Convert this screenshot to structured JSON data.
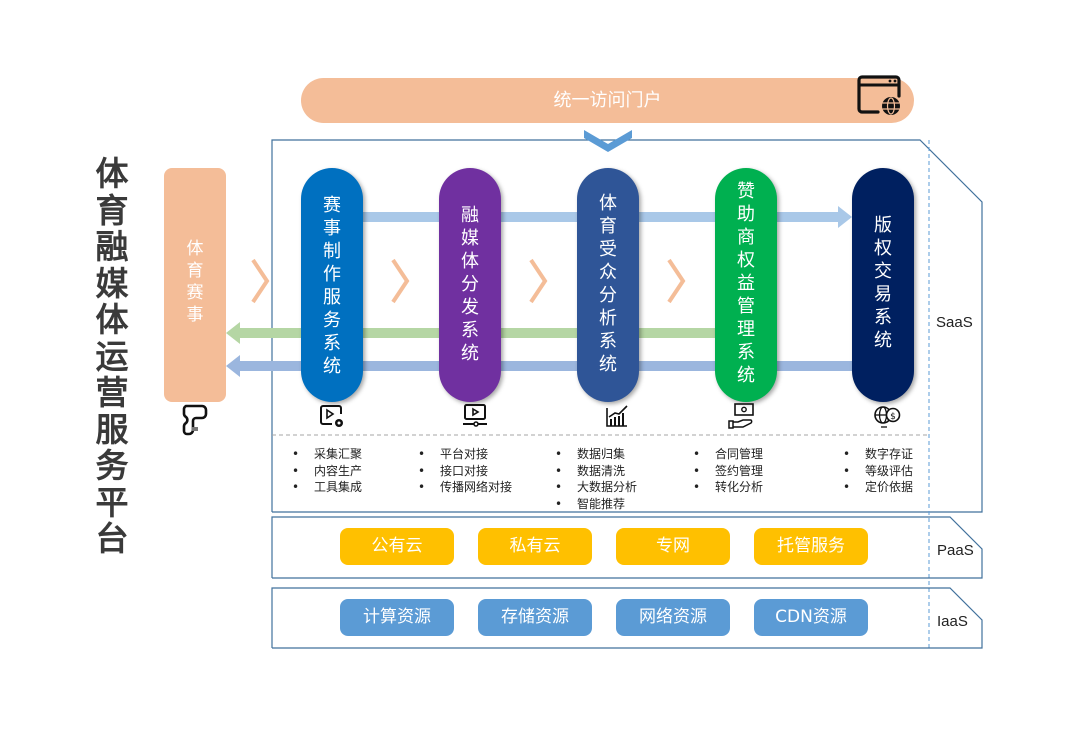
{
  "title": {
    "chars": [
      "体",
      "育",
      "融",
      "媒",
      "体",
      "运",
      "营",
      "服",
      "务",
      "平",
      "台"
    ]
  },
  "portal": {
    "label": "统一访问门户",
    "icon": "browser-globe-icon",
    "color": "#f4bd98"
  },
  "event": {
    "chars": [
      "体",
      "育",
      "赛",
      "事"
    ],
    "icon": "race-track-icon",
    "color": "#f4bd98"
  },
  "systems": [
    {
      "chars": [
        "赛",
        "事",
        "制",
        "作",
        "服",
        "务",
        "系",
        "统"
      ],
      "color": "#0070c0",
      "icon": "video-settings-icon",
      "features": [
        "采集汇聚",
        "内容生产",
        "工具集成"
      ]
    },
    {
      "chars": [
        "融",
        "媒",
        "体",
        "分",
        "发",
        "系",
        "统"
      ],
      "color": "#7030a0",
      "icon": "video-player-icon",
      "features": [
        "平台对接",
        "接口对接",
        "传播网络对接"
      ]
    },
    {
      "chars": [
        "体",
        "育",
        "受",
        "众",
        "分",
        "析",
        "系",
        "统"
      ],
      "color": "#2f5597",
      "icon": "growth-chart-icon",
      "features": [
        "数据归集",
        "数据清洗",
        "大数据分析",
        "智能推荐"
      ]
    },
    {
      "chars": [
        "赞",
        "助",
        "商",
        "权",
        "益",
        "管",
        "理",
        "系",
        "统"
      ],
      "color": "#00b050",
      "icon": "money-hand-icon",
      "features": [
        "合同管理",
        "签约管理",
        "转化分析"
      ]
    },
    {
      "chars": [
        "版",
        "权",
        "交",
        "易",
        "系",
        "统"
      ],
      "color": "#002060",
      "icon": "globe-dollar-icon",
      "features": [
        "数字存证",
        "等级评估",
        "定价依据"
      ]
    }
  ],
  "bullet": "•",
  "layers": {
    "saas": {
      "label": "SaaS"
    },
    "paas": {
      "label": "PaaS",
      "items": [
        "公有云",
        "私有云",
        "专网",
        "托管服务"
      ],
      "color": "#ffc000"
    },
    "iaas": {
      "label": "IaaS",
      "items": [
        "计算资源",
        "存储资源",
        "网络资源",
        "CDN资源"
      ],
      "color": "#5b9bd5"
    }
  },
  "flow_colors": {
    "top_arrow": "#a9c8e8",
    "green_arrow": "#b5d6a4",
    "blue_arrow": "#9bb6de",
    "chevron": "#f4bd98",
    "frame": "#41719c",
    "dashed": "#5b9bd5"
  }
}
